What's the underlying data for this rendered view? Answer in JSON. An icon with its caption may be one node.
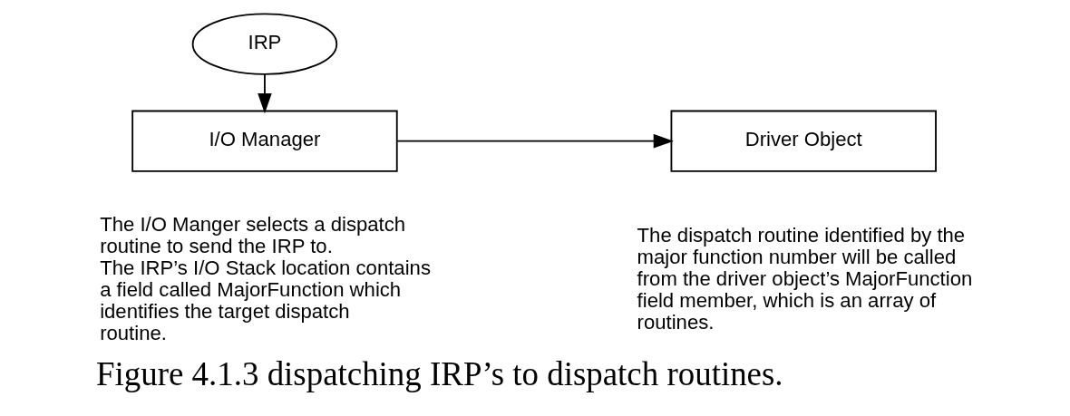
{
  "diagram": {
    "caption": "Figure 4.1.3 dispatching IRP’s to dispatch routines.",
    "nodes": [
      {
        "text": [
          "IRP"
        ]
      },
      {
        "text": [
          "I/O Manager"
        ],
        "beside": [
          "The I/O Manger selects a dispatch routine to send the IRP to.",
          "The IRP’s I/O Stack location contains a field called MajorFunction which identifies the target dispatch routine."
        ]
      },
      {
        "text": [
          "Driver Object"
        ],
        "beside": [
          "The dispatch routine identified by the major function number will be called from the driver object’s MajorFunction field member, which is an array of routines."
        ]
      }
    ],
    "edges": [
      {
        "from": 0,
        "to": 1,
        "arrow": "to"
      },
      {
        "from": 1,
        "to": 2,
        "arrow": "to"
      }
    ]
  }
}
